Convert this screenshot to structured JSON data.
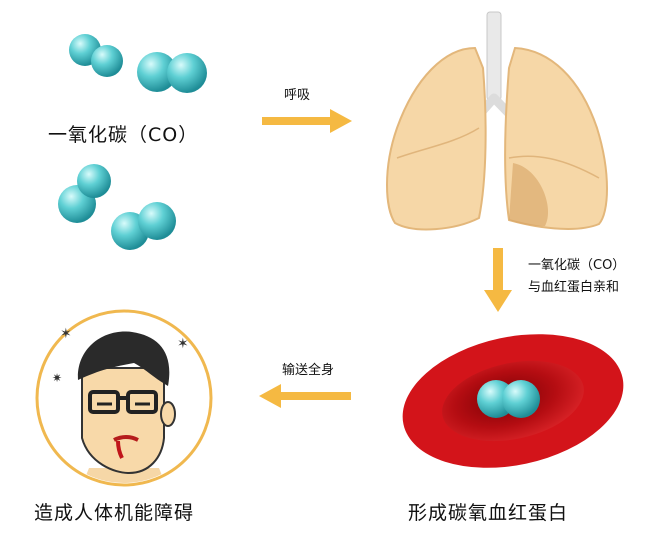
{
  "nodes": {
    "co_label": "一氧化碳（CO）",
    "result_left": "造成人体机能障碍",
    "result_right": "形成碳氧血红蛋白"
  },
  "arrows": {
    "breath": "呼吸",
    "bind_line1": "一氧化碳（CO）",
    "bind_line2": "与血红蛋白亲和",
    "transport": "输送全身"
  },
  "colors": {
    "arrow": "#F5B942",
    "molecule": "#4FC3C9",
    "lung": "#F6D7A7",
    "blood_cell": "#D3141A",
    "avatar_ring": "#F0B84F"
  }
}
